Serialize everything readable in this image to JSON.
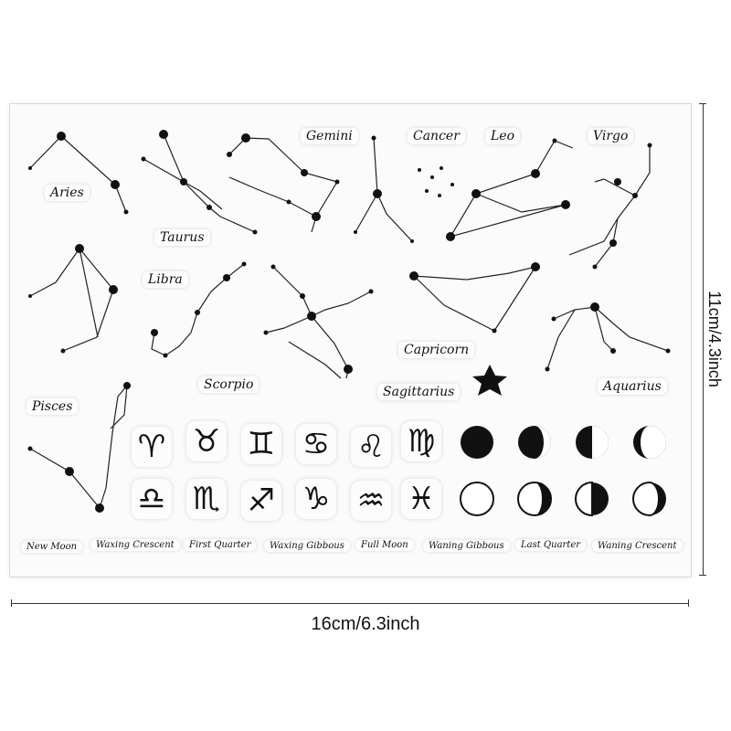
{
  "constellations": {
    "aries": "Aries",
    "taurus": "Taurus",
    "gemini": "Gemini",
    "cancer": "Cancer",
    "leo": "Leo",
    "virgo": "Virgo",
    "libra": "Libra",
    "scorpio": "Scorpio",
    "capricorn": "Capricorn",
    "sagittarius": "Sagittarius",
    "aquarius": "Aquarius",
    "pisces": "Pisces"
  },
  "zodiac_symbols": {
    "aries": "♈",
    "taurus": "♉",
    "gemini": "♊",
    "cancer": "♋",
    "leo": "♌",
    "virgo": "♍",
    "libra": "♎",
    "scorpio": "♏",
    "sagittarius": "♐",
    "capricorn": "♑",
    "aquarius": "♒",
    "pisces": "♓"
  },
  "moon_phases": {
    "new_moon": "New Moon",
    "waxing_crescent": "Waxing Crescent",
    "first_quarter": "First Quarter",
    "waxing_gibbous": "Waxing Gibbous",
    "full_moon": "Full Moon",
    "waning_gibbous": "Waning Gibbous",
    "last_quarter": "Last Quarter",
    "waning_crescent": "Waning Crescent"
  },
  "dimensions": {
    "width": "16cm/6.3inch",
    "height": "11cm/4.3inch"
  },
  "colors": {
    "ink": "#111111",
    "sheet": "#fbfbfb"
  }
}
